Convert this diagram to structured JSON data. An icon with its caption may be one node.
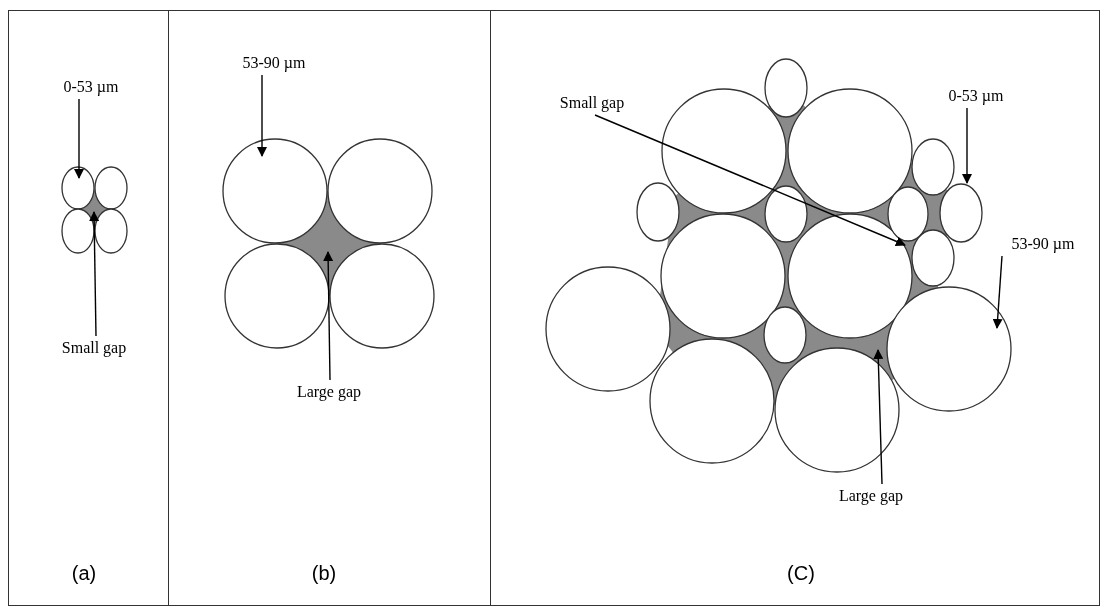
{
  "diagram": {
    "nodes": [
      {
        "text": [
          "(a)"
        ]
      },
      {
        "text": [
          "0-53 µm"
        ],
        "in": 0
      },
      {
        "text": [
          "Small gap"
        ],
        "in": 0
      },
      {
        "text": [
          "(b)"
        ]
      },
      {
        "text": [
          "53-90 µm"
        ],
        "in": 3
      },
      {
        "text": [
          "Large gap"
        ],
        "in": 3
      },
      {
        "text": [
          "(C)"
        ]
      },
      {
        "text": [
          "Small gap"
        ],
        "in": 6
      },
      {
        "text": [
          "0-53 µm"
        ],
        "in": 6
      },
      {
        "text": [
          "53-90 µm"
        ],
        "in": 6
      },
      {
        "text": [
          "Large gap"
        ],
        "in": 6
      }
    ],
    "edges": [
      {
        "from": 1,
        "to": null,
        "arrow": "to"
      },
      {
        "from": 2,
        "to": null,
        "arrow": "to"
      },
      {
        "from": 4,
        "to": null,
        "arrow": "to"
      },
      {
        "from": 5,
        "to": null,
        "arrow": "to"
      },
      {
        "from": 7,
        "to": null,
        "arrow": "to"
      },
      {
        "from": 8,
        "to": null,
        "arrow": "to"
      },
      {
        "from": 9,
        "to": null,
        "arrow": "to"
      },
      {
        "from": 10,
        "to": null,
        "arrow": "to"
      }
    ]
  }
}
